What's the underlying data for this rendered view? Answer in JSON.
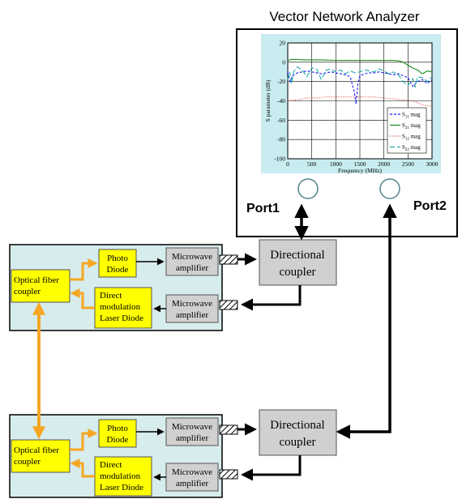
{
  "colors": {
    "module_fill": "#d7ecec",
    "yellow_box": "#ffff00",
    "gray_box": "#d0d0d0",
    "orange": "#f5a623",
    "screen_bg": "#c8ecef",
    "s11": "#1a1aff",
    "s21": "#1a8a1a",
    "s12": "#e03030",
    "s22": "#22aaaa"
  },
  "vna": {
    "title": "Vector Network Analyzer",
    "port1": "Port1",
    "port2": "Port2"
  },
  "chart_data": {
    "type": "line",
    "xlabel": "Frequency (MHz)",
    "ylabel": "S parameter (dB)",
    "xlim": [
      0,
      3000
    ],
    "ylim": [
      -100,
      20
    ],
    "x_ticks": [
      0,
      500,
      1000,
      1500,
      2000,
      2500,
      3000
    ],
    "y_ticks": [
      20,
      0,
      -20,
      -40,
      -60,
      -80,
      -100
    ],
    "grid": true,
    "legend_position": "bottom-right",
    "series": [
      {
        "name": "S11 mag",
        "sub": "11",
        "color": "#1a1aff",
        "dash": "3,2",
        "x": [
          0,
          50,
          100,
          200,
          300,
          400,
          500,
          600,
          700,
          800,
          900,
          1000,
          1100,
          1200,
          1300,
          1380,
          1420,
          1460,
          1500,
          1600,
          1700,
          1800,
          1900,
          2000,
          2100,
          2200,
          2300,
          2400,
          2500,
          2600,
          2700,
          2800,
          2900,
          3000
        ],
        "y": [
          -10,
          -20,
          -14,
          -11,
          -10,
          -9,
          -10,
          -11,
          -12,
          -11,
          -10,
          -11,
          -12,
          -13,
          -15,
          -30,
          -43,
          -22,
          -14,
          -12,
          -11,
          -11,
          -10,
          -11,
          -12,
          -13,
          -12,
          -14,
          -16,
          -25,
          -20,
          -18,
          -22,
          -18
        ]
      },
      {
        "name": "S21 mag",
        "sub": "21",
        "color": "#1a8a1a",
        "dash": "",
        "x": [
          0,
          100,
          200,
          300,
          500,
          700,
          1000,
          1300,
          1500,
          1800,
          2000,
          2200,
          2300,
          2400,
          2500,
          2600,
          2700,
          2800,
          2900,
          3000
        ],
        "y": [
          2,
          3,
          3,
          2.5,
          2.5,
          2.5,
          2,
          2,
          2,
          2,
          2,
          2,
          1.5,
          0,
          -3,
          -6,
          -8,
          -12,
          -9,
          -10
        ]
      },
      {
        "name": "S12 mag",
        "sub": "12",
        "color": "#e03030",
        "dash": "1,2",
        "x": [
          0,
          200,
          400,
          600,
          800,
          1000,
          1200,
          1400,
          1600,
          1800,
          2000,
          2200,
          2400,
          2600,
          2800,
          2900,
          3000
        ],
        "y": [
          -40,
          -39,
          -37,
          -37,
          -36,
          -36,
          -36,
          -36,
          -36,
          -36,
          -37,
          -38,
          -39,
          -40,
          -44,
          -45,
          -46
        ]
      },
      {
        "name": "S22 mag",
        "sub": "22",
        "color": "#22aaaa",
        "dash": "6,3",
        "x": [
          0,
          40,
          80,
          120,
          200,
          300,
          400,
          500,
          600,
          700,
          800,
          900,
          1000,
          1100,
          1200,
          1300,
          1400,
          1500,
          1600,
          1700,
          1800,
          1900,
          2000,
          2100,
          2200,
          2300,
          2400,
          2500,
          2600,
          2650,
          2700,
          2800,
          2900,
          3000
        ],
        "y": [
          -18,
          -10,
          -22,
          -10,
          -5,
          -8,
          -15,
          -6,
          -7,
          -18,
          -8,
          -7,
          -10,
          -8,
          -12,
          -9,
          -11,
          -10,
          -8,
          -9,
          -10,
          -7,
          -9,
          -12,
          -10,
          -13,
          -20,
          -24,
          -17,
          -26,
          -15,
          -16,
          -20,
          -15
        ]
      }
    ]
  },
  "modules": [
    {
      "fiber_coupler": "Optical fiber coupler",
      "photo_diode": [
        "Photo",
        "Diode"
      ],
      "laser_diode": [
        "Direct",
        "modulation",
        "Laser Diode"
      ],
      "amp_top": [
        "Microwave",
        "amplifier"
      ],
      "amp_bottom": [
        "Microwave",
        "amplifier"
      ],
      "dir_coupler": [
        "Directional",
        "coupler"
      ]
    },
    {
      "fiber_coupler": "Optical fiber coupler",
      "photo_diode": [
        "Photo",
        "Diode"
      ],
      "laser_diode": [
        "Direct",
        "modulation",
        "Laser Diode"
      ],
      "amp_top": [
        "Microwave",
        "amplifier"
      ],
      "amp_bottom": [
        "Microwave",
        "amplifier"
      ],
      "dir_coupler": [
        "Directional",
        "coupler"
      ]
    }
  ]
}
